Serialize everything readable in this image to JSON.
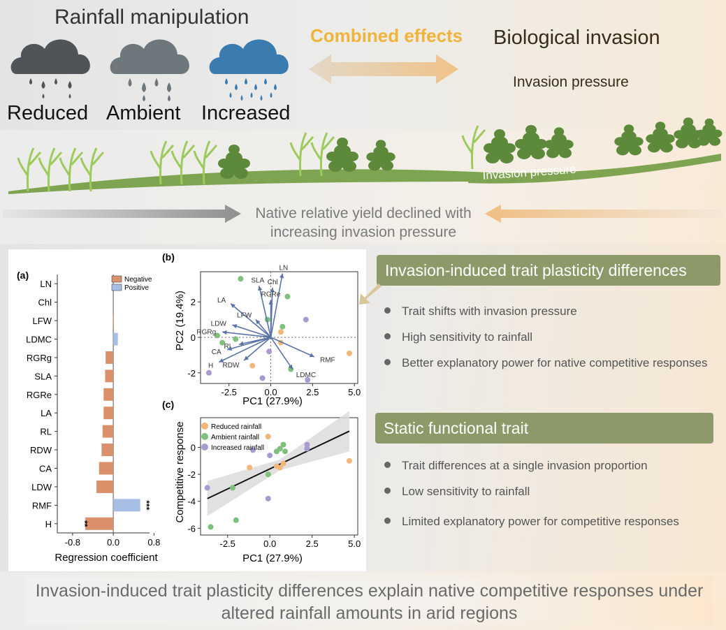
{
  "header": {
    "title": "Rainfall manipulation",
    "clouds": [
      {
        "label": "Reduced",
        "color": "#4e5458"
      },
      {
        "label": "Ambient",
        "color": "#6e777b"
      },
      {
        "label": "Increased",
        "color": "#3a7bb0"
      }
    ],
    "combined_effects": "Combined effects",
    "biological_invasion": "Biological invasion",
    "invasion_pressure": "Invasion pressure"
  },
  "landscape": {
    "invasion_pressure_label": "Invasion pressure",
    "decline_text": "Native relative yield declined with increasing invasion pressure"
  },
  "colors": {
    "negative": "#d9906b",
    "positive": "#a7bfe4",
    "banner": "#8c9a6a",
    "reduced": "#f2b679",
    "ambient": "#7fc07c",
    "increased": "#a99bd0",
    "arrow": "#5a72a8"
  },
  "chart_data": [
    {
      "panel": "(a)",
      "type": "bar",
      "orientation": "horizontal",
      "categories": [
        "LN",
        "Chl",
        "LFW",
        "LDMC",
        "RGRg",
        "SLA",
        "RGRe",
        "LA",
        "RL",
        "RDW",
        "CA",
        "LDW",
        "RMF",
        "H"
      ],
      "values": [
        0.0,
        0.0,
        -0.01,
        0.09,
        -0.15,
        -0.16,
        -0.19,
        -0.19,
        -0.21,
        -0.23,
        -0.28,
        -0.33,
        0.53,
        -0.55
      ],
      "significance": [
        "",
        "",
        "",
        "",
        "",
        "",
        "",
        "",
        "",
        "",
        "",
        "",
        "***",
        "**"
      ],
      "xlabel": "Regression coefficient",
      "xticks": [
        "-0.8",
        "0.0",
        "0.8"
      ],
      "xlim": [
        -1.1,
        0.85
      ],
      "legend": [
        "Negative",
        "Positive"
      ]
    },
    {
      "panel": "(b)",
      "type": "scatter",
      "xlabel": "PC1 (27.9%)",
      "ylabel": "PC2 (19.4%)",
      "xlim": [
        -4.2,
        5.2
      ],
      "ylim": [
        -2.6,
        3.7
      ],
      "xticks": [
        "-2.5",
        "0.0",
        "2.5",
        "5.0"
      ],
      "yticks": [
        "-2",
        "0",
        "2"
      ],
      "vectors": [
        {
          "label": "LN",
          "x": 0.7,
          "y": 3.6
        },
        {
          "label": "Chl",
          "x": 0.1,
          "y": 2.8
        },
        {
          "label": "SLA",
          "x": -0.7,
          "y": 2.9
        },
        {
          "label": "RGRe",
          "x": 0.0,
          "y": 2.1
        },
        {
          "label": "LA",
          "x": -2.4,
          "y": 1.9
        },
        {
          "label": "LFW",
          "x": -0.9,
          "y": 1.0
        },
        {
          "label": "LDW",
          "x": -2.3,
          "y": 0.7
        },
        {
          "label": "RGRg",
          "x": -2.9,
          "y": 0.3
        },
        {
          "label": "RL",
          "x": -1.9,
          "y": -0.4
        },
        {
          "label": "CA",
          "x": -2.6,
          "y": -0.7
        },
        {
          "label": "H",
          "x": -3.1,
          "y": -1.4
        },
        {
          "label": "RDW",
          "x": -1.6,
          "y": -1.3
        },
        {
          "label": "LDMC",
          "x": 1.3,
          "y": -1.8
        },
        {
          "label": "RMF",
          "x": 2.6,
          "y": -1.1
        }
      ],
      "points": [
        {
          "x": -1.8,
          "y": 3.3,
          "group": "ambient"
        },
        {
          "x": 1.0,
          "y": 2.3,
          "group": "ambient"
        },
        {
          "x": 2.1,
          "y": 1.0,
          "group": "increased"
        },
        {
          "x": 0.7,
          "y": 0.6,
          "group": "ambient"
        },
        {
          "x": 0.6,
          "y": 0.3,
          "group": "reduced"
        },
        {
          "x": -0.2,
          "y": 1.0,
          "group": "ambient"
        },
        {
          "x": -3.2,
          "y": 0.1,
          "group": "ambient"
        },
        {
          "x": -2.9,
          "y": -0.3,
          "group": "ambient"
        },
        {
          "x": -2.1,
          "y": -0.1,
          "group": "ambient"
        },
        {
          "x": 0.6,
          "y": -0.3,
          "group": "reduced"
        },
        {
          "x": 4.7,
          "y": -0.9,
          "group": "reduced"
        },
        {
          "x": -0.1,
          "y": -0.8,
          "group": "increased"
        },
        {
          "x": -1.1,
          "y": -1.6,
          "group": "reduced"
        },
        {
          "x": -0.5,
          "y": -2.3,
          "group": "increased"
        },
        {
          "x": 1.2,
          "y": -1.8,
          "group": "ambient"
        },
        {
          "x": 2.2,
          "y": -2.4,
          "group": "increased"
        },
        {
          "x": -3.7,
          "y": -2.0,
          "group": "increased"
        }
      ]
    },
    {
      "panel": "(c)",
      "type": "scatter",
      "xlabel": "PC1 (27.9%)",
      "ylabel": "Competitive response",
      "xlim": [
        -4.1,
        5.2
      ],
      "ylim": [
        -6.5,
        2.2
      ],
      "xticks": [
        "-2.5",
        "0.0",
        "2.5",
        "5.0"
      ],
      "yticks": [
        "0",
        "-2",
        "-4",
        "-6"
      ],
      "legend": [
        "Reduced rainfall",
        "Ambient rainfall",
        "Increased rainfall"
      ],
      "fit": {
        "x": [
          -3.7,
          4.7
        ],
        "y": [
          -3.8,
          1.2
        ]
      },
      "points": [
        {
          "x": -0.1,
          "y": 0.8,
          "group": "reduced"
        },
        {
          "x": -1.2,
          "y": -1.5,
          "group": "reduced"
        },
        {
          "x": 0.4,
          "y": -1.4,
          "group": "reduced"
        },
        {
          "x": 0.6,
          "y": -1.5,
          "group": "reduced"
        },
        {
          "x": 0.8,
          "y": -1.2,
          "group": "reduced"
        },
        {
          "x": 4.7,
          "y": -1.0,
          "group": "reduced"
        },
        {
          "x": 0.4,
          "y": -0.3,
          "group": "ambient"
        },
        {
          "x": 0.6,
          "y": -0.1,
          "group": "ambient"
        },
        {
          "x": 0.8,
          "y": 0.2,
          "group": "ambient"
        },
        {
          "x": 0.9,
          "y": -0.3,
          "group": "ambient"
        },
        {
          "x": -0.1,
          "y": -2.0,
          "group": "ambient"
        },
        {
          "x": -2.2,
          "y": -3.0,
          "group": "ambient"
        },
        {
          "x": -2.0,
          "y": -5.4,
          "group": "ambient"
        },
        {
          "x": -3.5,
          "y": -5.9,
          "group": "ambient"
        },
        {
          "x": -1.0,
          "y": -0.2,
          "group": "increased"
        },
        {
          "x": 0.0,
          "y": -0.6,
          "group": "increased"
        },
        {
          "x": 2.2,
          "y": 0.2,
          "group": "increased"
        },
        {
          "x": 2.2,
          "y": -0.1,
          "group": "increased"
        },
        {
          "x": -0.1,
          "y": -3.8,
          "group": "increased"
        },
        {
          "x": -3.7,
          "y": -3.0,
          "group": "increased"
        }
      ]
    }
  ],
  "right_panel": {
    "plastic_title": "Invasion-induced trait plasticity differences",
    "plastic_bullets": [
      "Trait shifts with invasion pressure",
      "High sensitivity to rainfall",
      "Better explanatory power for native competitive responses"
    ],
    "static_title": "Static functional trait",
    "static_bullets": [
      "Trait differences at a single invasion proportion",
      "Low sensitivity to rainfall",
      "Limited explanatory power for competitive responses"
    ]
  },
  "caption": "Invasion-induced trait plasticity differences explain native competitive responses under altered rainfall amounts in arid regions"
}
